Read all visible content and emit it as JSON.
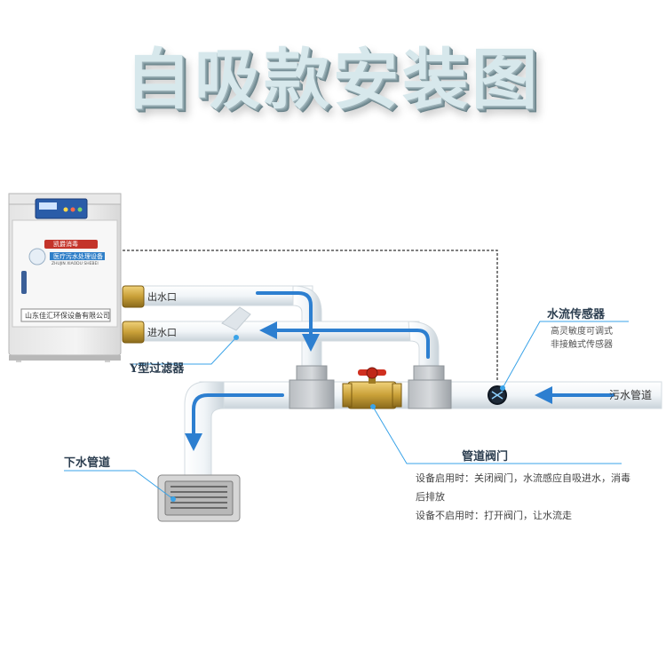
{
  "title": "自吸款安装图",
  "cabinet": {
    "brand_badge": "凯爵消毒",
    "product": "医疗污水处理设备",
    "sub_text": "ZHUJIN XIAODU SHEBEI",
    "company": "山东佳汇环保设备有限公司"
  },
  "labels": {
    "outlet": "出水口",
    "inlet": "进水口",
    "y_filter": "Y型过滤器",
    "drain": "下水管道",
    "sensor": "水流传感器",
    "sensor_sub": "高灵敏度可调式",
    "sensor_sub2": "非接触式传感器",
    "sewage_pipe": "污水管道",
    "valve": "管道阀门",
    "valve_desc_1": "设备启用时：关闭阀门，水流感应自吸进水，消毒后排放",
    "valve_desc_2": "设备不启用时：打开阀门，让水流走"
  },
  "colors": {
    "flow_arrow": "#2d7fd0",
    "callout_dot": "#3aa3e8",
    "valve_handle": "#d03020",
    "brass": "#c9a038",
    "pipe": "#eef3f6",
    "cabinet": "#f0f0f0"
  }
}
